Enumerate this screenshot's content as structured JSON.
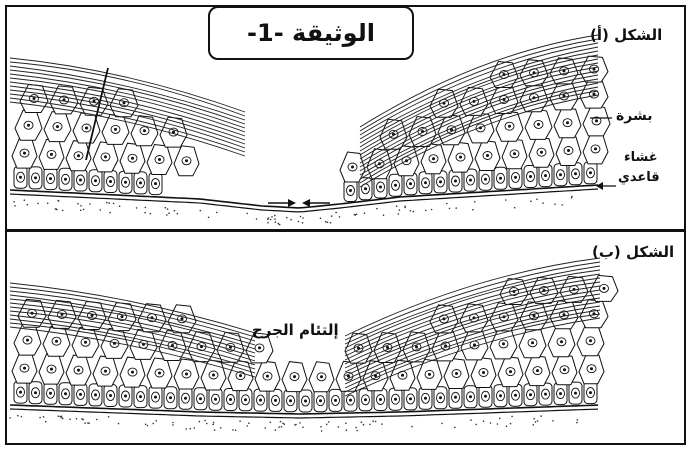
{
  "document": {
    "title": "الوثيقة -1-",
    "figure_a": {
      "label": "الشكل (أ)",
      "epidermis_label": "بشرة",
      "basal_membrane_label_line1": "غشاء",
      "basal_membrane_label_line2": "قاعدي"
    },
    "figure_b": {
      "label": "الشكل (ب)",
      "healing_label": "إلتئام الجرح"
    }
  }
}
